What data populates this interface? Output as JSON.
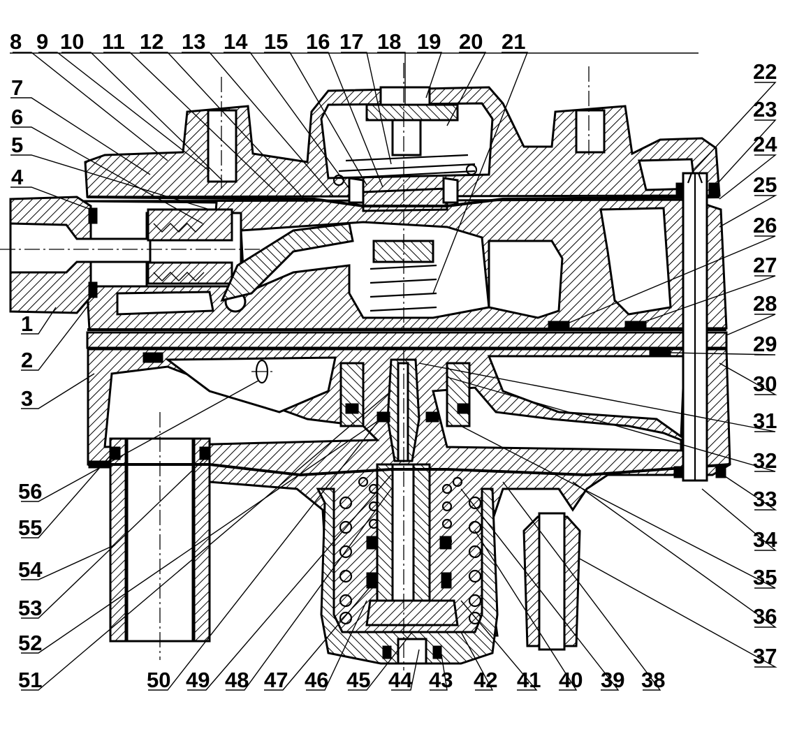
{
  "labels": {
    "l1": "1",
    "l2": "2",
    "l3": "3",
    "l4": "4",
    "l5": "5",
    "l6": "6",
    "l7": "7",
    "l8": "8",
    "l9": "9",
    "l10": "10",
    "l11": "11",
    "l12": "12",
    "l13": "13",
    "l14": "14",
    "l15": "15",
    "l16": "16",
    "l17": "17",
    "l18": "18",
    "l19": "19",
    "l20": "20",
    "l21": "21",
    "l22": "22",
    "l23": "23",
    "l24": "24",
    "l25": "25",
    "l26": "26",
    "l27": "27",
    "l28": "28",
    "l29": "29",
    "l30": "30",
    "l31": "31",
    "l32": "32",
    "l33": "33",
    "l34": "34",
    "l35": "35",
    "l36": "36",
    "l37": "37",
    "l38": "38",
    "l39": "39",
    "l40": "40",
    "l41": "41",
    "l42": "42",
    "l43": "43",
    "l44": "44",
    "l45": "45",
    "l46": "46",
    "l47": "47",
    "l48": "48",
    "l49": "49",
    "l50": "50",
    "l51": "51",
    "l52": "52",
    "l53": "53",
    "l54": "54",
    "l55": "55",
    "l56": "56"
  }
}
